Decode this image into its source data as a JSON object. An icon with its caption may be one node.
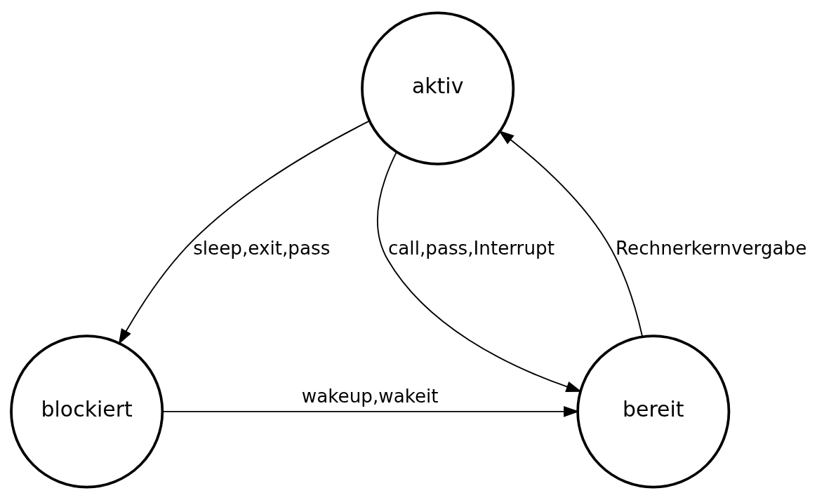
{
  "diagram": {
    "nodes": [
      {
        "text": [
          "aktiv"
        ]
      },
      {
        "text": [
          "bereit"
        ]
      },
      {
        "text": [
          "blockiert"
        ]
      }
    ],
    "edges": [
      {
        "from": 1,
        "to": 0,
        "arrow": "to",
        "label": "Rechnerkernvergabe"
      },
      {
        "from": 0,
        "to": 1,
        "arrow": "to",
        "label": "call,pass,Interrupt"
      },
      {
        "from": 0,
        "to": 2,
        "arrow": "to",
        "label": "sleep,exit,pass"
      },
      {
        "from": 2,
        "to": 1,
        "arrow": "to",
        "label": "wakeup,wakeit"
      }
    ]
  }
}
